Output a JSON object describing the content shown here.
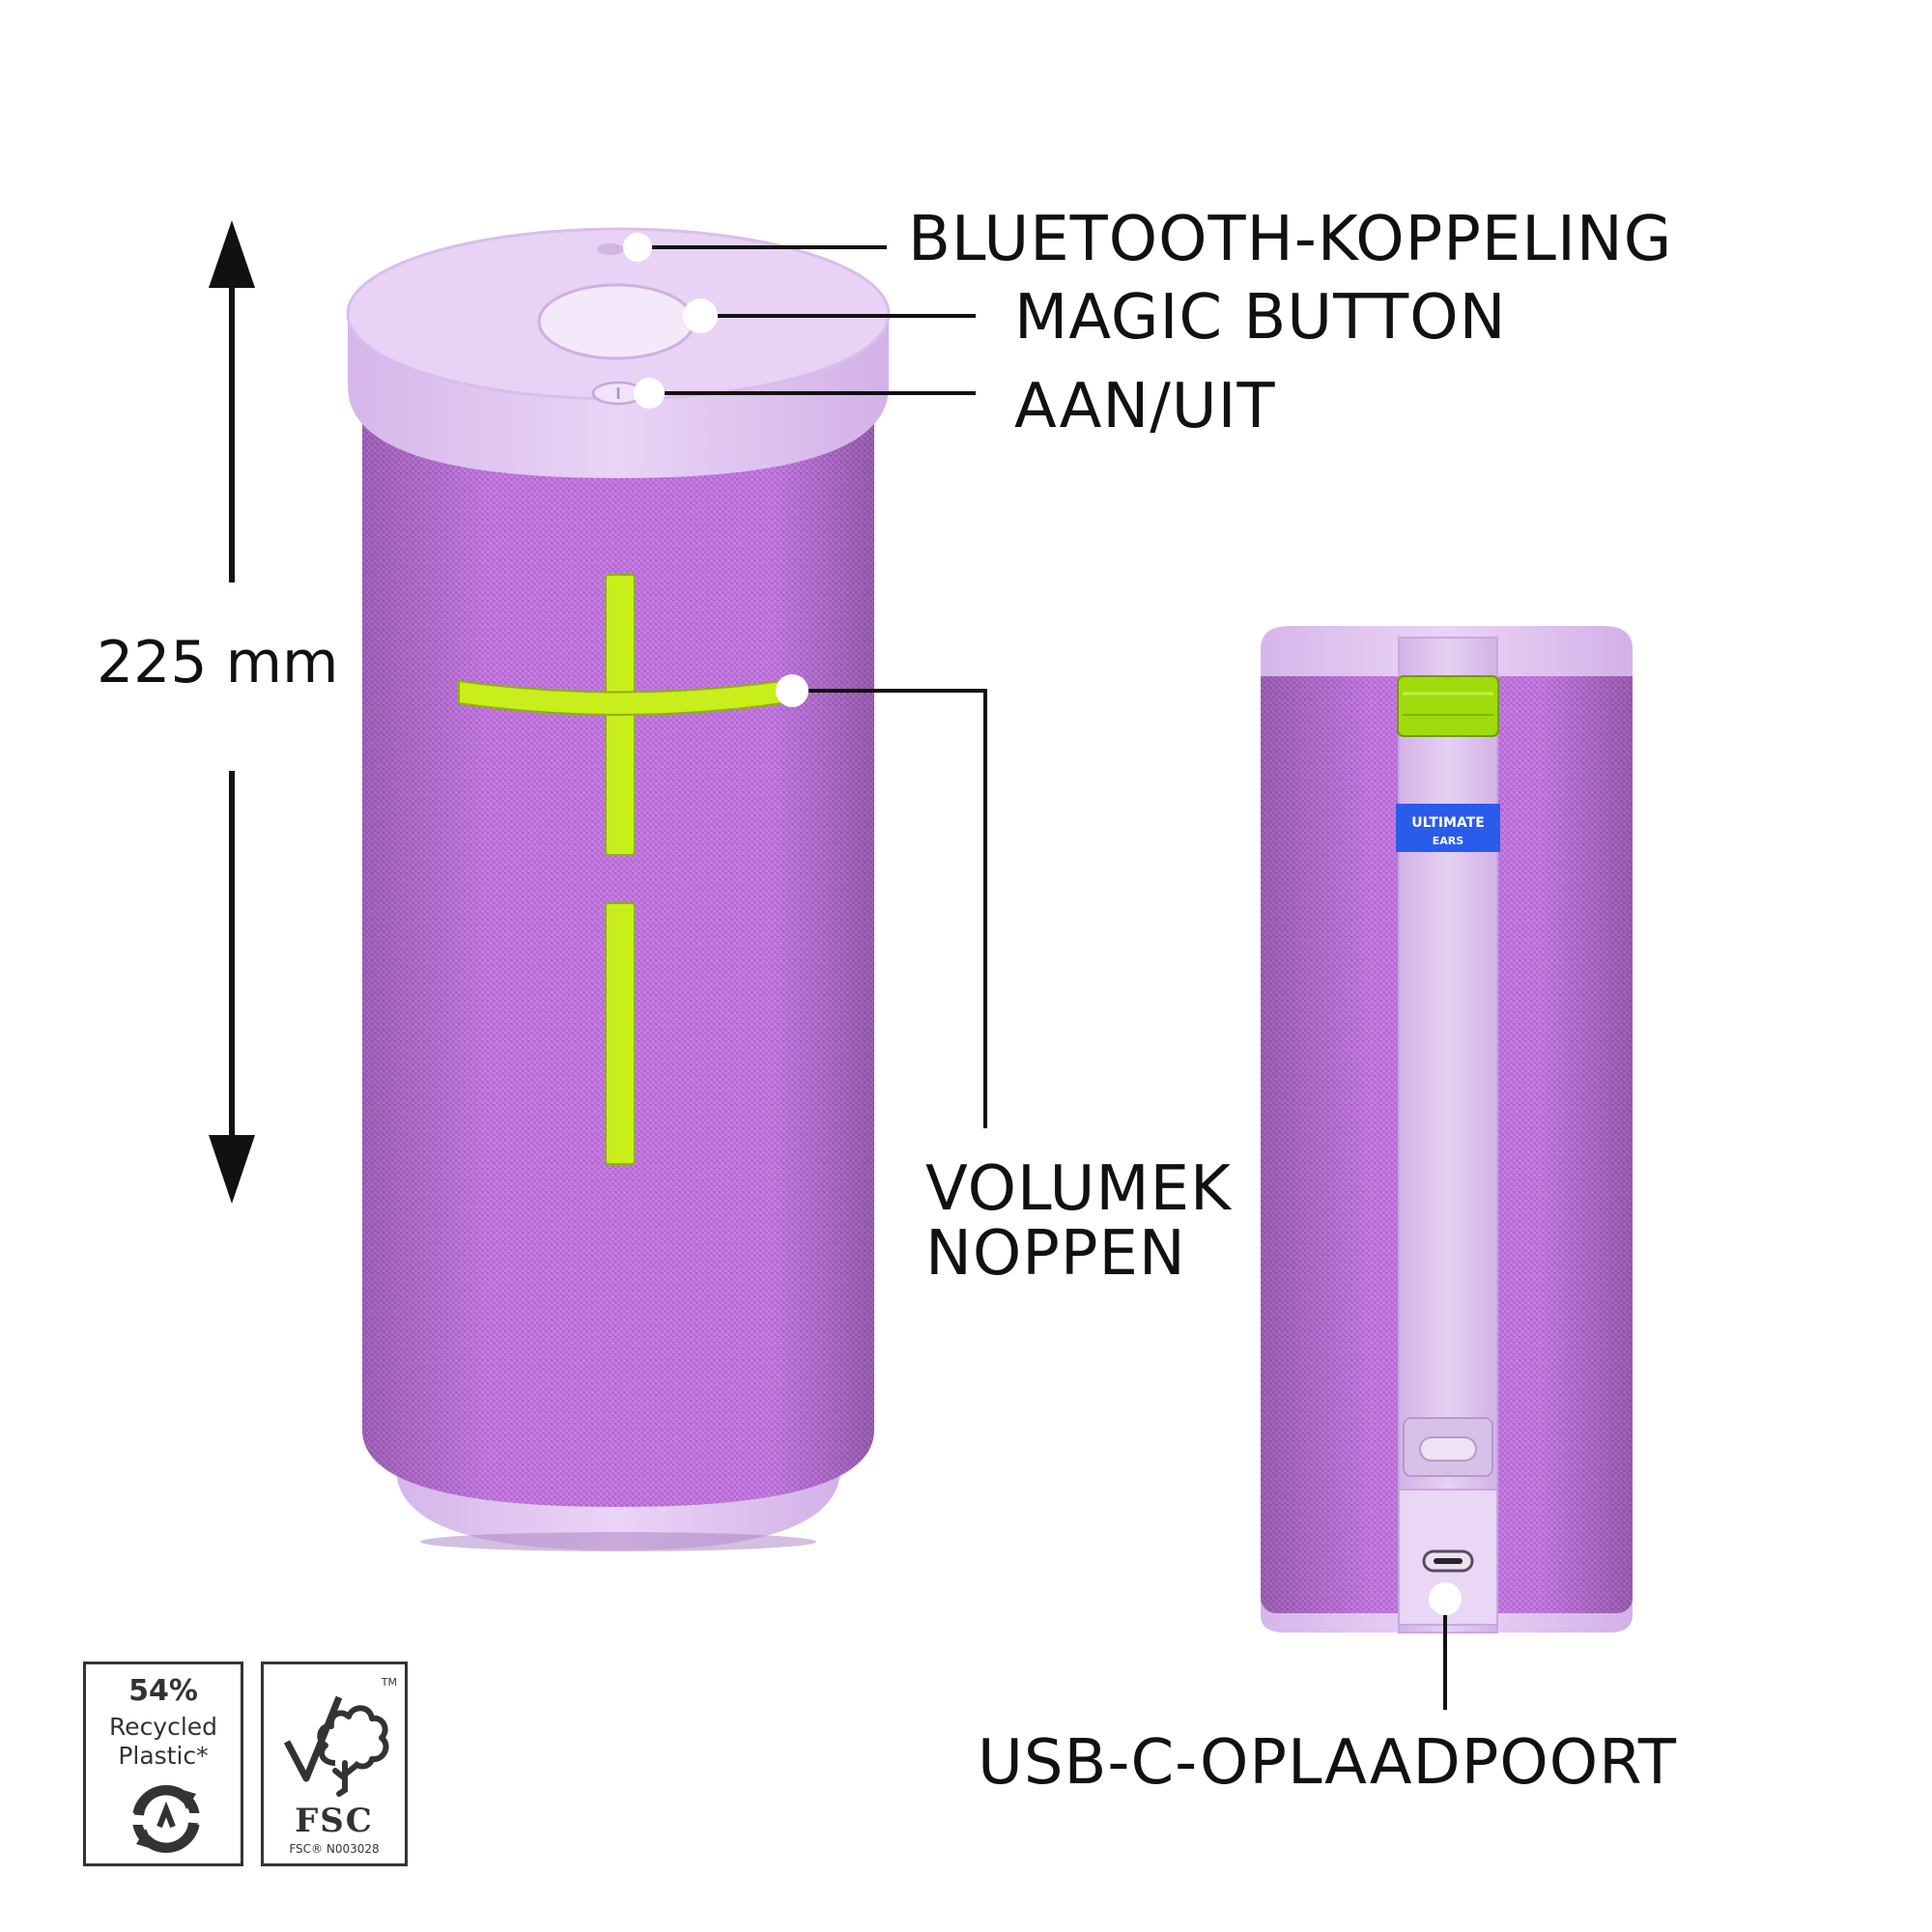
{
  "callouts": {
    "bluetooth_pairing": "BLUETOOTH-KOPPELING",
    "magic_button": "MAGIC BUTTON",
    "power": "AAN/UIT",
    "volume_line1": "VOLUMEK",
    "volume_line2": "NOPPEN",
    "usb_port": "USB-C-OPLAADPOORT"
  },
  "dimension": {
    "height_label": "225 mm"
  },
  "brand": {
    "logo_line1": "ULTIMATE",
    "logo_line2": "EARS"
  },
  "badges": {
    "recycled_percent": "54%",
    "recycled_line1": "Recycled",
    "recycled_line2": "Plastic*",
    "fsc_word": "FSC",
    "fsc_code": "FSC® N003028",
    "fsc_tm": "TM"
  },
  "colors": {
    "speaker_fabric": "#b86ad6",
    "speaker_cap": "#e3c8f2",
    "accent_lime": "#c4ef1a",
    "brand_blue": "#2a5bea",
    "leader_line": "#111111"
  }
}
